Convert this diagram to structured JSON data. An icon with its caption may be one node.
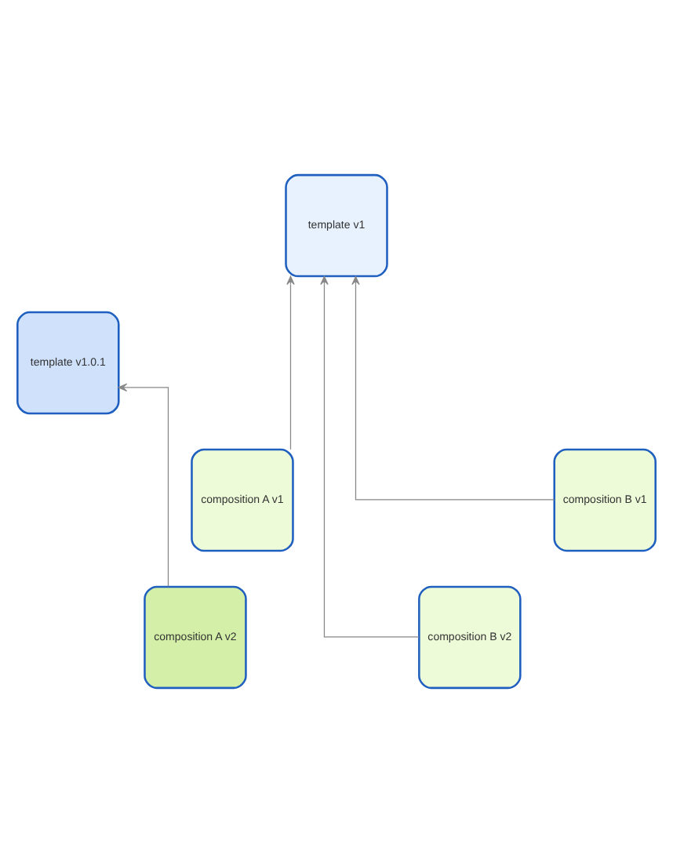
{
  "diagram": {
    "nodes": [
      {
        "text": [
          "template v1"
        ]
      },
      {
        "text": [
          "template v1.0.1"
        ]
      },
      {
        "text": [
          "composition A v1"
        ]
      },
      {
        "text": [
          "composition B v1"
        ]
      },
      {
        "text": [
          "composition A v2"
        ]
      },
      {
        "text": [
          "composition B v2"
        ]
      }
    ],
    "edges": [
      {
        "from": 2,
        "to": 0,
        "arrow": "to"
      },
      {
        "from": 3,
        "to": 0,
        "arrow": "to"
      },
      {
        "from": 5,
        "to": 0,
        "arrow": "to"
      },
      {
        "from": 4,
        "to": 1,
        "arrow": "to"
      }
    ]
  }
}
